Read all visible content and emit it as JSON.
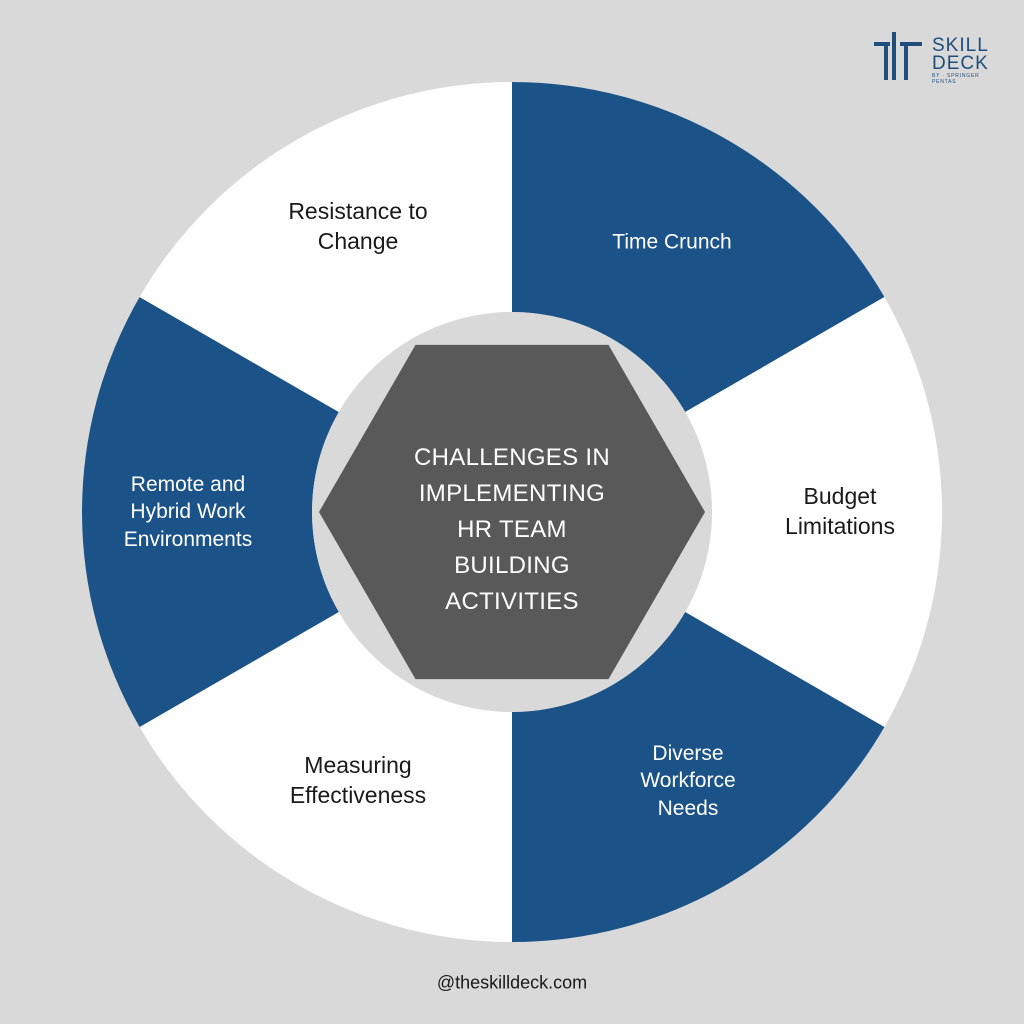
{
  "brand": {
    "logo_line1": "SKILL",
    "logo_line2": "DECK",
    "logo_tagline": "BY · SPRINGER PENTAS"
  },
  "colors": {
    "background": "#d9d9d9",
    "blue": "#1b5389",
    "white": "#ffffff",
    "hexagon": "#595959"
  },
  "center": {
    "title": "CHALLENGES IN\nIMPLEMENTING\nHR TEAM\nBUILDING\nACTIVITIES"
  },
  "segments": [
    {
      "label": "Time Crunch",
      "fill": "blue"
    },
    {
      "label": "Budget\nLimitations",
      "fill": "white"
    },
    {
      "label": "Diverse\nWorkforce\nNeeds",
      "fill": "blue"
    },
    {
      "label": "Measuring\nEffectiveness",
      "fill": "white"
    },
    {
      "label": "Remote and\nHybrid Work\nEnvironments",
      "fill": "blue"
    },
    {
      "label": "Resistance to\nChange",
      "fill": "white"
    }
  ],
  "footer": {
    "handle": "@theskilldeck.com"
  }
}
